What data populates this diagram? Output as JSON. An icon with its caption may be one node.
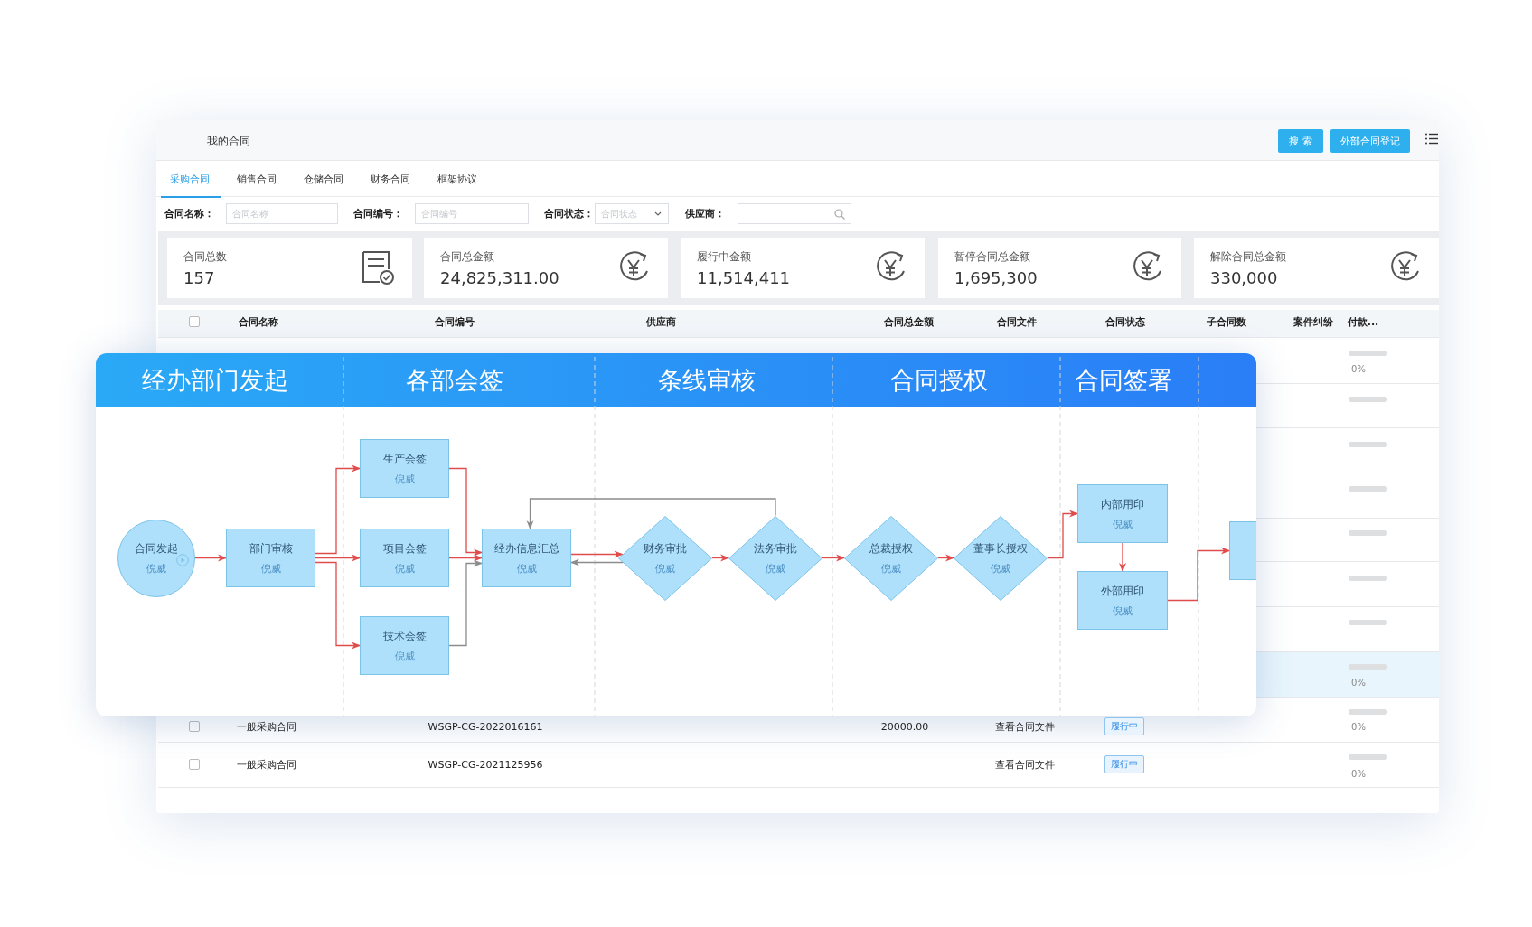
{
  "diagram": {
    "nodes": [
      {
        "text": [
          "合同发起",
          "倪威"
        ]
      },
      {
        "text": [
          "部门审核",
          "倪威"
        ]
      },
      {
        "text": [
          "生产会签",
          "倪威"
        ]
      },
      {
        "text": [
          "项目会签",
          "倪威"
        ]
      },
      {
        "text": [
          "技术会签",
          "倪威"
        ]
      },
      {
        "text": [
          "经办信息汇总",
          "倪威"
        ]
      },
      {
        "text": [
          "财务审批",
          "倪威"
        ]
      },
      {
        "text": [
          "法务审批",
          "倪威"
        ]
      },
      {
        "text": [
          "总裁授权",
          "倪威"
        ]
      },
      {
        "text": [
          "董事长授权",
          "倪威"
        ]
      },
      {
        "text": [
          "内部用印",
          "倪威"
        ]
      },
      {
        "text": [
          "外部用印",
          "倪威"
        ]
      },
      {
        "text": [],
        "shape": "box"
      }
    ],
    "edges": [
      {
        "from": 0,
        "to": 1,
        "arrow": "to"
      },
      {
        "from": 1,
        "to": 2,
        "arrow": "to"
      },
      {
        "from": 1,
        "to": 3,
        "arrow": "to"
      },
      {
        "from": 1,
        "to": 4,
        "arrow": "to"
      },
      {
        "from": 2,
        "to": 5,
        "arrow": "to"
      },
      {
        "from": 3,
        "to": 5,
        "arrow": "to"
      },
      {
        "from": 4,
        "to": 5,
        "arrow": "to",
        "color": "#8c8c8c"
      },
      {
        "from": 5,
        "to": 6,
        "arrow": "to"
      },
      {
        "from": 6,
        "to": 5,
        "arrow": "to",
        "color": "#8c8c8c"
      },
      {
        "from": 6,
        "to": 7,
        "arrow": "to"
      },
      {
        "from": 7,
        "to": 5,
        "arrow": "to",
        "color": "#8c8c8c"
      },
      {
        "from": 7,
        "to": 8,
        "arrow": "to"
      },
      {
        "from": 8,
        "to": 9,
        "arrow": "to"
      },
      {
        "from": 9,
        "to": 10,
        "arrow": "to"
      },
      {
        "from": 10,
        "to": 11,
        "arrow": "to"
      },
      {
        "from": 11,
        "to": 12,
        "arrow": "to"
      }
    ],
    "labels": [
      "我的合同",
      "搜 索",
      "外部合同登记",
      "采购合同",
      "销售合同",
      "仓储合同",
      "财务合同",
      "框架协议",
      "合同名称：",
      "合同名称",
      "合同编号：",
      "合同编号",
      "合同状态：",
      "合同状态",
      "供应商：",
      "合同总数",
      "157",
      "合同总金额",
      "24,825,311.00",
      "履行中金额",
      "11,514,411",
      "暂停合同总金额",
      "1,695,300",
      "解除合同总金额",
      "330,000",
      "合同名称",
      "合同编号",
      "供应商",
      "合同总金额",
      "合同文件",
      "合同状态",
      "子合同数",
      "案件纠纷",
      "付款...",
      "经办部门发起",
      "各部会签",
      "条线审核",
      "合同授权",
      "合同签署",
      "0%",
      "0%",
      "一般采购合同",
      "WSGP-CG-2022016161",
      "20000.00",
      "查看合同文件",
      "履行中",
      "0%",
      "一般采购合同",
      "WSGP-CG-2021125956",
      "查看合同文件",
      "履行中",
      "0%"
    ]
  }
}
